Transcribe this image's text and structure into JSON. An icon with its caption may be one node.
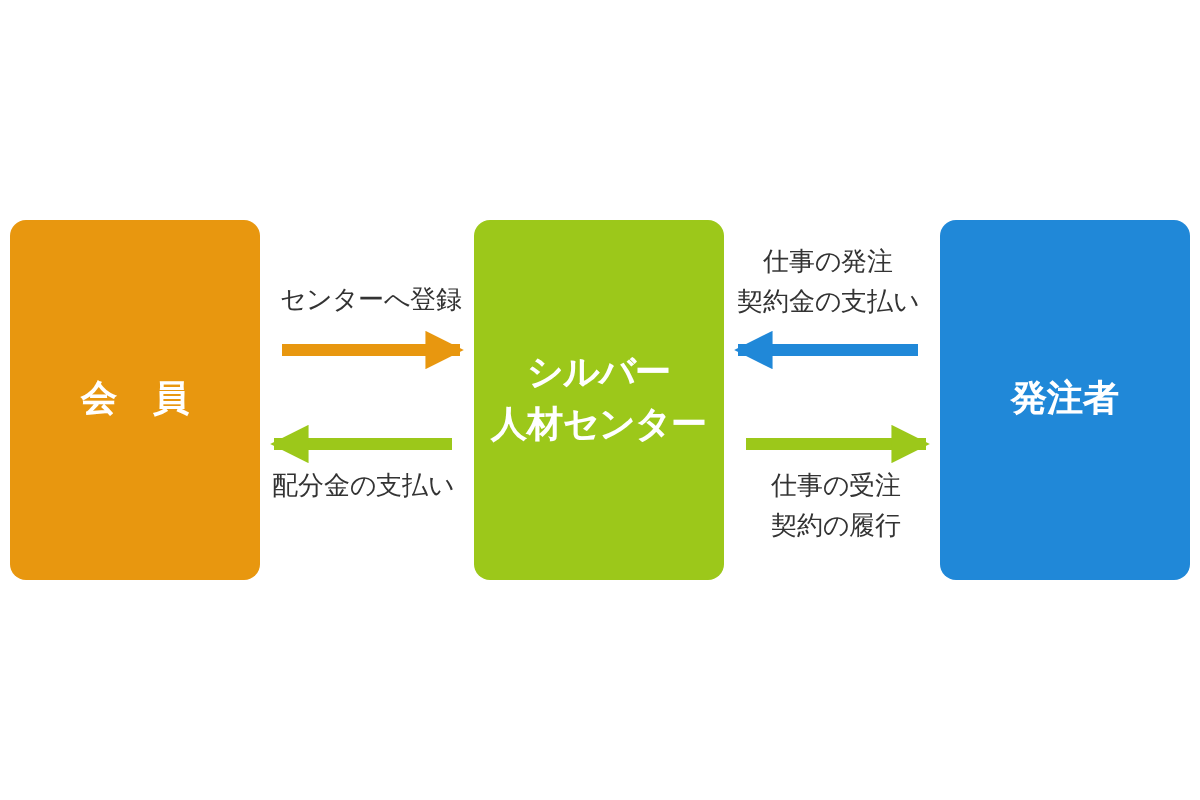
{
  "diagram": {
    "nodes": [
      {
        "text": [
          "会　員"
        ]
      },
      {
        "text": [
          "シルバー人材センター"
        ]
      },
      {
        "text": [
          "発注者"
        ]
      }
    ],
    "edges": [
      {
        "from": 0,
        "to": 1,
        "arrow": "to",
        "label": "センターへ登録",
        "color": "#e8970f"
      },
      {
        "from": 1,
        "to": 0,
        "arrow": "to",
        "label": "配分金の支払い",
        "color": "#9cc81a"
      },
      {
        "from": 2,
        "to": 1,
        "arrow": "to",
        "label": "仕事の発注契約金の支払い",
        "color": "#2088d8"
      },
      {
        "from": 1,
        "to": 2,
        "arrow": "to",
        "label": "仕事の受注契約の履行",
        "color": "#9cc81a"
      }
    ]
  }
}
